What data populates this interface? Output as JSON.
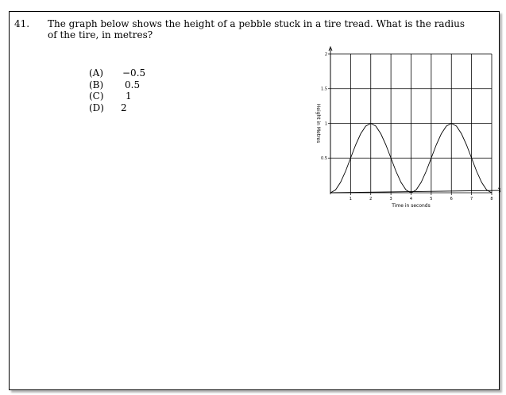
{
  "question": {
    "number": "41.",
    "text": "The graph below shows the height of a pebble stuck in a tire tread.  What is the radius of the tire, in metres?"
  },
  "options": [
    {
      "letter": "(A)",
      "value": "−0.5"
    },
    {
      "letter": "(B)",
      "value": "0.5"
    },
    {
      "letter": "(C)",
      "value": "1"
    },
    {
      "letter": "(D)",
      "value": "2"
    }
  ],
  "chart_data": {
    "type": "line",
    "xlabel": "Time in seconds",
    "ylabel": "Height in Metres",
    "xlim": [
      0,
      8
    ],
    "ylim": [
      0,
      2
    ],
    "x_ticks": [
      "1",
      "2",
      "3",
      "4",
      "5",
      "6",
      "7",
      "8"
    ],
    "y_ticks": [
      "0.5",
      "1",
      "1.5",
      "2"
    ],
    "grid": true,
    "x_gridlines": [
      0,
      1,
      2,
      3,
      4,
      5,
      6,
      7,
      8
    ],
    "y_gridlines": [
      0,
      0.5,
      1,
      1.5,
      2
    ],
    "series": [
      {
        "x": [
          0,
          0.25,
          0.5,
          0.75,
          1,
          1.25,
          1.5,
          1.75,
          2,
          2.25,
          2.5,
          2.75,
          3,
          3.25,
          3.5,
          3.75,
          4,
          4.25,
          4.5,
          4.75,
          5,
          5.25,
          5.5,
          5.75,
          6,
          6.25,
          6.5,
          6.75,
          7,
          7.25,
          7.5,
          7.75,
          8
        ],
        "y": [
          0,
          0.04,
          0.15,
          0.31,
          0.5,
          0.69,
          0.85,
          0.96,
          1,
          0.96,
          0.85,
          0.69,
          0.5,
          0.31,
          0.15,
          0.04,
          0,
          0.04,
          0.15,
          0.31,
          0.5,
          0.69,
          0.85,
          0.96,
          1,
          0.96,
          0.85,
          0.69,
          0.5,
          0.31,
          0.15,
          0.04,
          0
        ]
      }
    ]
  }
}
